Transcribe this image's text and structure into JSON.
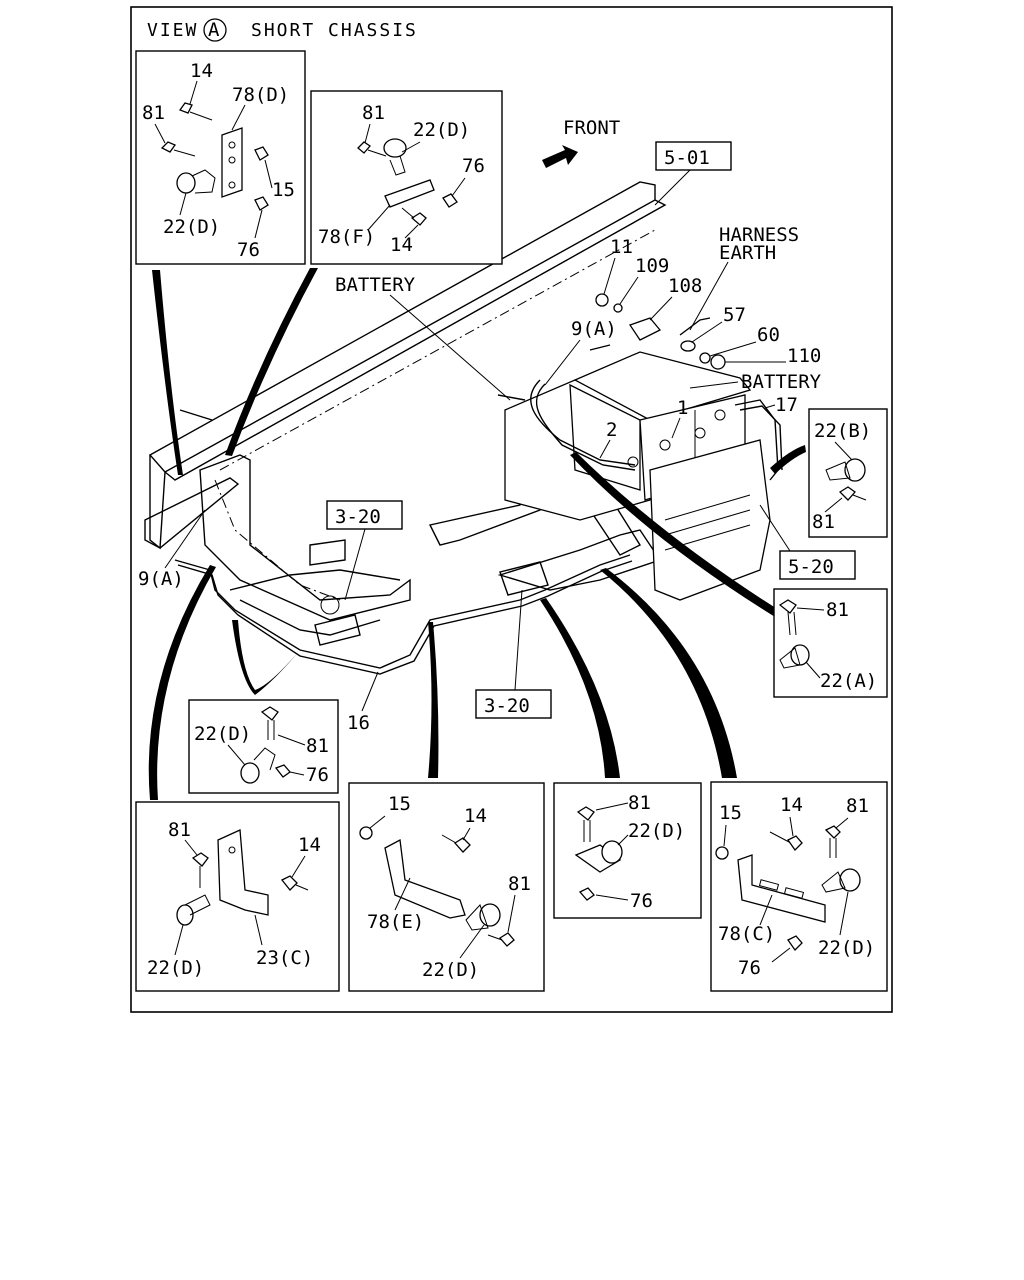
{
  "title": "VIEW",
  "title_marker": "A",
  "title_suffix": "SHORT CHASSIS",
  "direction_label": "FRONT",
  "refs": {
    "r501": "5-01",
    "r520": "5-20",
    "r320a": "3-20",
    "r320b": "3-20"
  },
  "main": {
    "battery_left": "BATTERY",
    "battery_right": "BATTERY",
    "harness_1": "HARNESS",
    "harness_2": "EARTH",
    "p11": "11",
    "p109": "109",
    "p108": "108",
    "p57": "57",
    "p60": "60",
    "p110": "110",
    "p9a_top": "9(A)",
    "p9a_left": "9(A)",
    "p1": "1",
    "p2": "2",
    "p17": "17",
    "p16": "16"
  },
  "inset1": {
    "p14": "14",
    "p78d": "78(D)",
    "p81": "81",
    "p15": "15",
    "p22d": "22(D)",
    "p76": "76"
  },
  "inset2": {
    "p81": "81",
    "p22d": "22(D)",
    "p76": "76",
    "p78f": "78(F)",
    "p14": "14"
  },
  "inset3": {
    "p22b": "22(B)",
    "p81": "81"
  },
  "inset4": {
    "p81": "81",
    "p22a": "22(A)"
  },
  "inset5": {
    "p22d": "22(D)",
    "p81": "81",
    "p76": "76"
  },
  "inset6": {
    "p81": "81",
    "p14": "14",
    "p22d": "22(D)",
    "p23c": "23(C)"
  },
  "inset7": {
    "p15": "15",
    "p14": "14",
    "p78e": "78(E)",
    "p81": "81",
    "p22d": "22(D)"
  },
  "inset8": {
    "p81": "81",
    "p22d": "22(D)",
    "p76": "76"
  },
  "inset9": {
    "p15": "15",
    "p14": "14",
    "p81": "81",
    "p78c": "78(C)",
    "p76": "76",
    "p22d": "22(D)"
  }
}
